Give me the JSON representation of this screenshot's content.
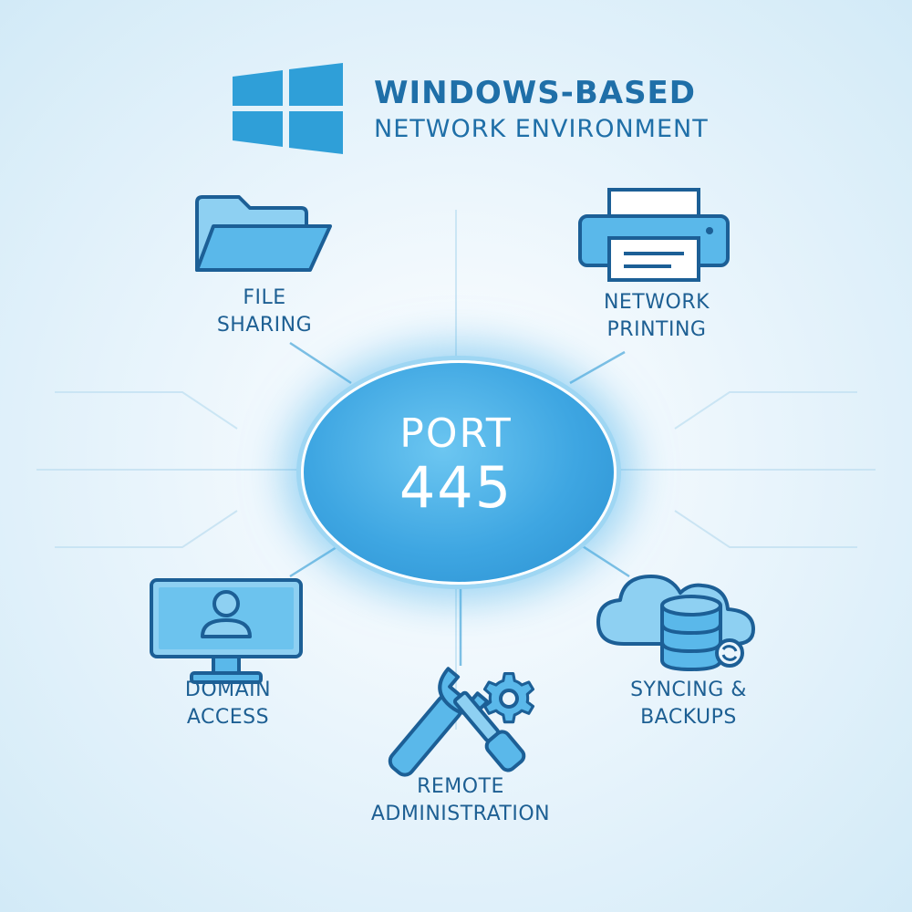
{
  "header": {
    "title_line1": "WINDOWS-BASED",
    "title_line2": "NETWORK ENVIRONMENT"
  },
  "hub": {
    "line1": "PORT",
    "line2": "445"
  },
  "services": {
    "file_sharing": {
      "line1": "FILE",
      "line2": "SHARING"
    },
    "network_printing": {
      "line1": "NETWORK",
      "line2": "PRINTING"
    },
    "domain_access": {
      "line1": "DOMAIN",
      "line2": "ACCESS"
    },
    "remote_administration": {
      "line1": "REMOTE",
      "line2": "ADMINISTRATION"
    },
    "syncing_backups": {
      "line1": "SYNCING &",
      "line2": "BACKUPS"
    }
  },
  "icons": {
    "logo": "windows-logo-icon",
    "file_sharing": "folder-icon",
    "network_printing": "printer-icon",
    "domain_access": "monitor-user-icon",
    "remote_administration": "wrench-gear-icon",
    "syncing_backups": "cloud-database-icon"
  },
  "colors": {
    "accent": "#3ea6e2",
    "text": "#1f6fa8",
    "icon_stroke": "#1c5f96",
    "icon_fill": "#5ab8ea"
  }
}
